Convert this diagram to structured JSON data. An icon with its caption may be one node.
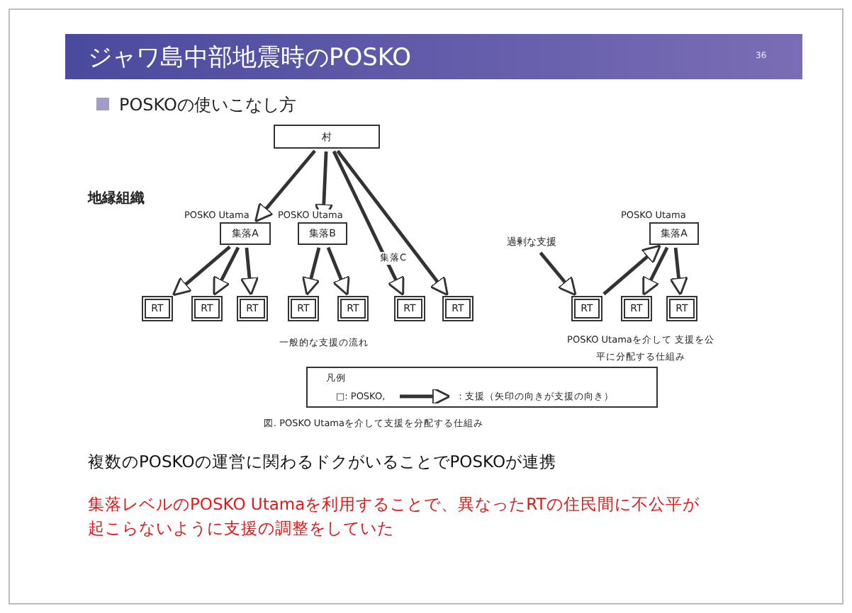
{
  "diagram": {
    "title": "ジャワ島中部地震時のPOSKO",
    "caption": "図. POSKO Utamaを介して支援を分配する仕組み",
    "nodes": [
      {
        "text": [
          "村"
        ]
      },
      {
        "text": [
          "集落A"
        ],
        "beside": [
          "POSKO Utama"
        ]
      },
      {
        "text": [
          "集落B"
        ],
        "beside": [
          "POSKO Utama"
        ]
      },
      {
        "text": [
          "RT"
        ]
      },
      {
        "text": [
          "RT"
        ]
      },
      {
        "text": [
          "RT"
        ]
      },
      {
        "text": [
          "RT"
        ]
      },
      {
        "text": [
          "RT"
        ]
      },
      {
        "text": [
          "RT"
        ]
      },
      {
        "text": [
          "RT"
        ]
      },
      {
        "text": [
          "集落A"
        ],
        "beside": [
          "POSKO Utama"
        ]
      },
      {
        "text": [
          "RT"
        ]
      },
      {
        "text": [
          "RT"
        ]
      },
      {
        "text": [
          "RT"
        ]
      },
      {
        "text": [
          "過剰な支援"
        ]
      }
    ],
    "edges": [
      {
        "from": 0,
        "to": 1,
        "arrow": "to"
      },
      {
        "from": 0,
        "to": 2,
        "arrow": "to"
      },
      {
        "from": 0,
        "to": 8,
        "arrow": "to"
      },
      {
        "from": 0,
        "to": 9,
        "arrow": "to"
      },
      {
        "from": 1,
        "to": 3,
        "arrow": "to"
      },
      {
        "from": 1,
        "to": 4,
        "arrow": "to"
      },
      {
        "from": 1,
        "to": 5,
        "arrow": "to"
      },
      {
        "from": 2,
        "to": 6,
        "arrow": "to"
      },
      {
        "from": 2,
        "to": 7,
        "arrow": "to"
      },
      {
        "from": 14,
        "to": 11,
        "arrow": "to"
      },
      {
        "from": 11,
        "to": 10,
        "arrow": "to"
      },
      {
        "from": 10,
        "to": 12,
        "arrow": "to"
      },
      {
        "from": 10,
        "to": 13,
        "arrow": "to"
      }
    ],
    "labels": [
      "36",
      "POSKOの使いこなし方",
      "地縁組織",
      "集落C",
      "一般的な支援の流れ",
      "POSKO Utamaを介して 支援を公平に分配する仕組み",
      "凡例",
      "複数のPOSKOの運営に関わるドクがいることでPOSKOが連携",
      "集落レベルのPOSKO Utamaを利用することで、異なったRTの住民間に不公平が起こらないように支援の調整をしていた"
    ],
    "legend": [
      {
        "text": "□: POSKO,"
      },
      {
        "text": ": 支援（矢印の向きが支援の向き）"
      }
    ]
  }
}
